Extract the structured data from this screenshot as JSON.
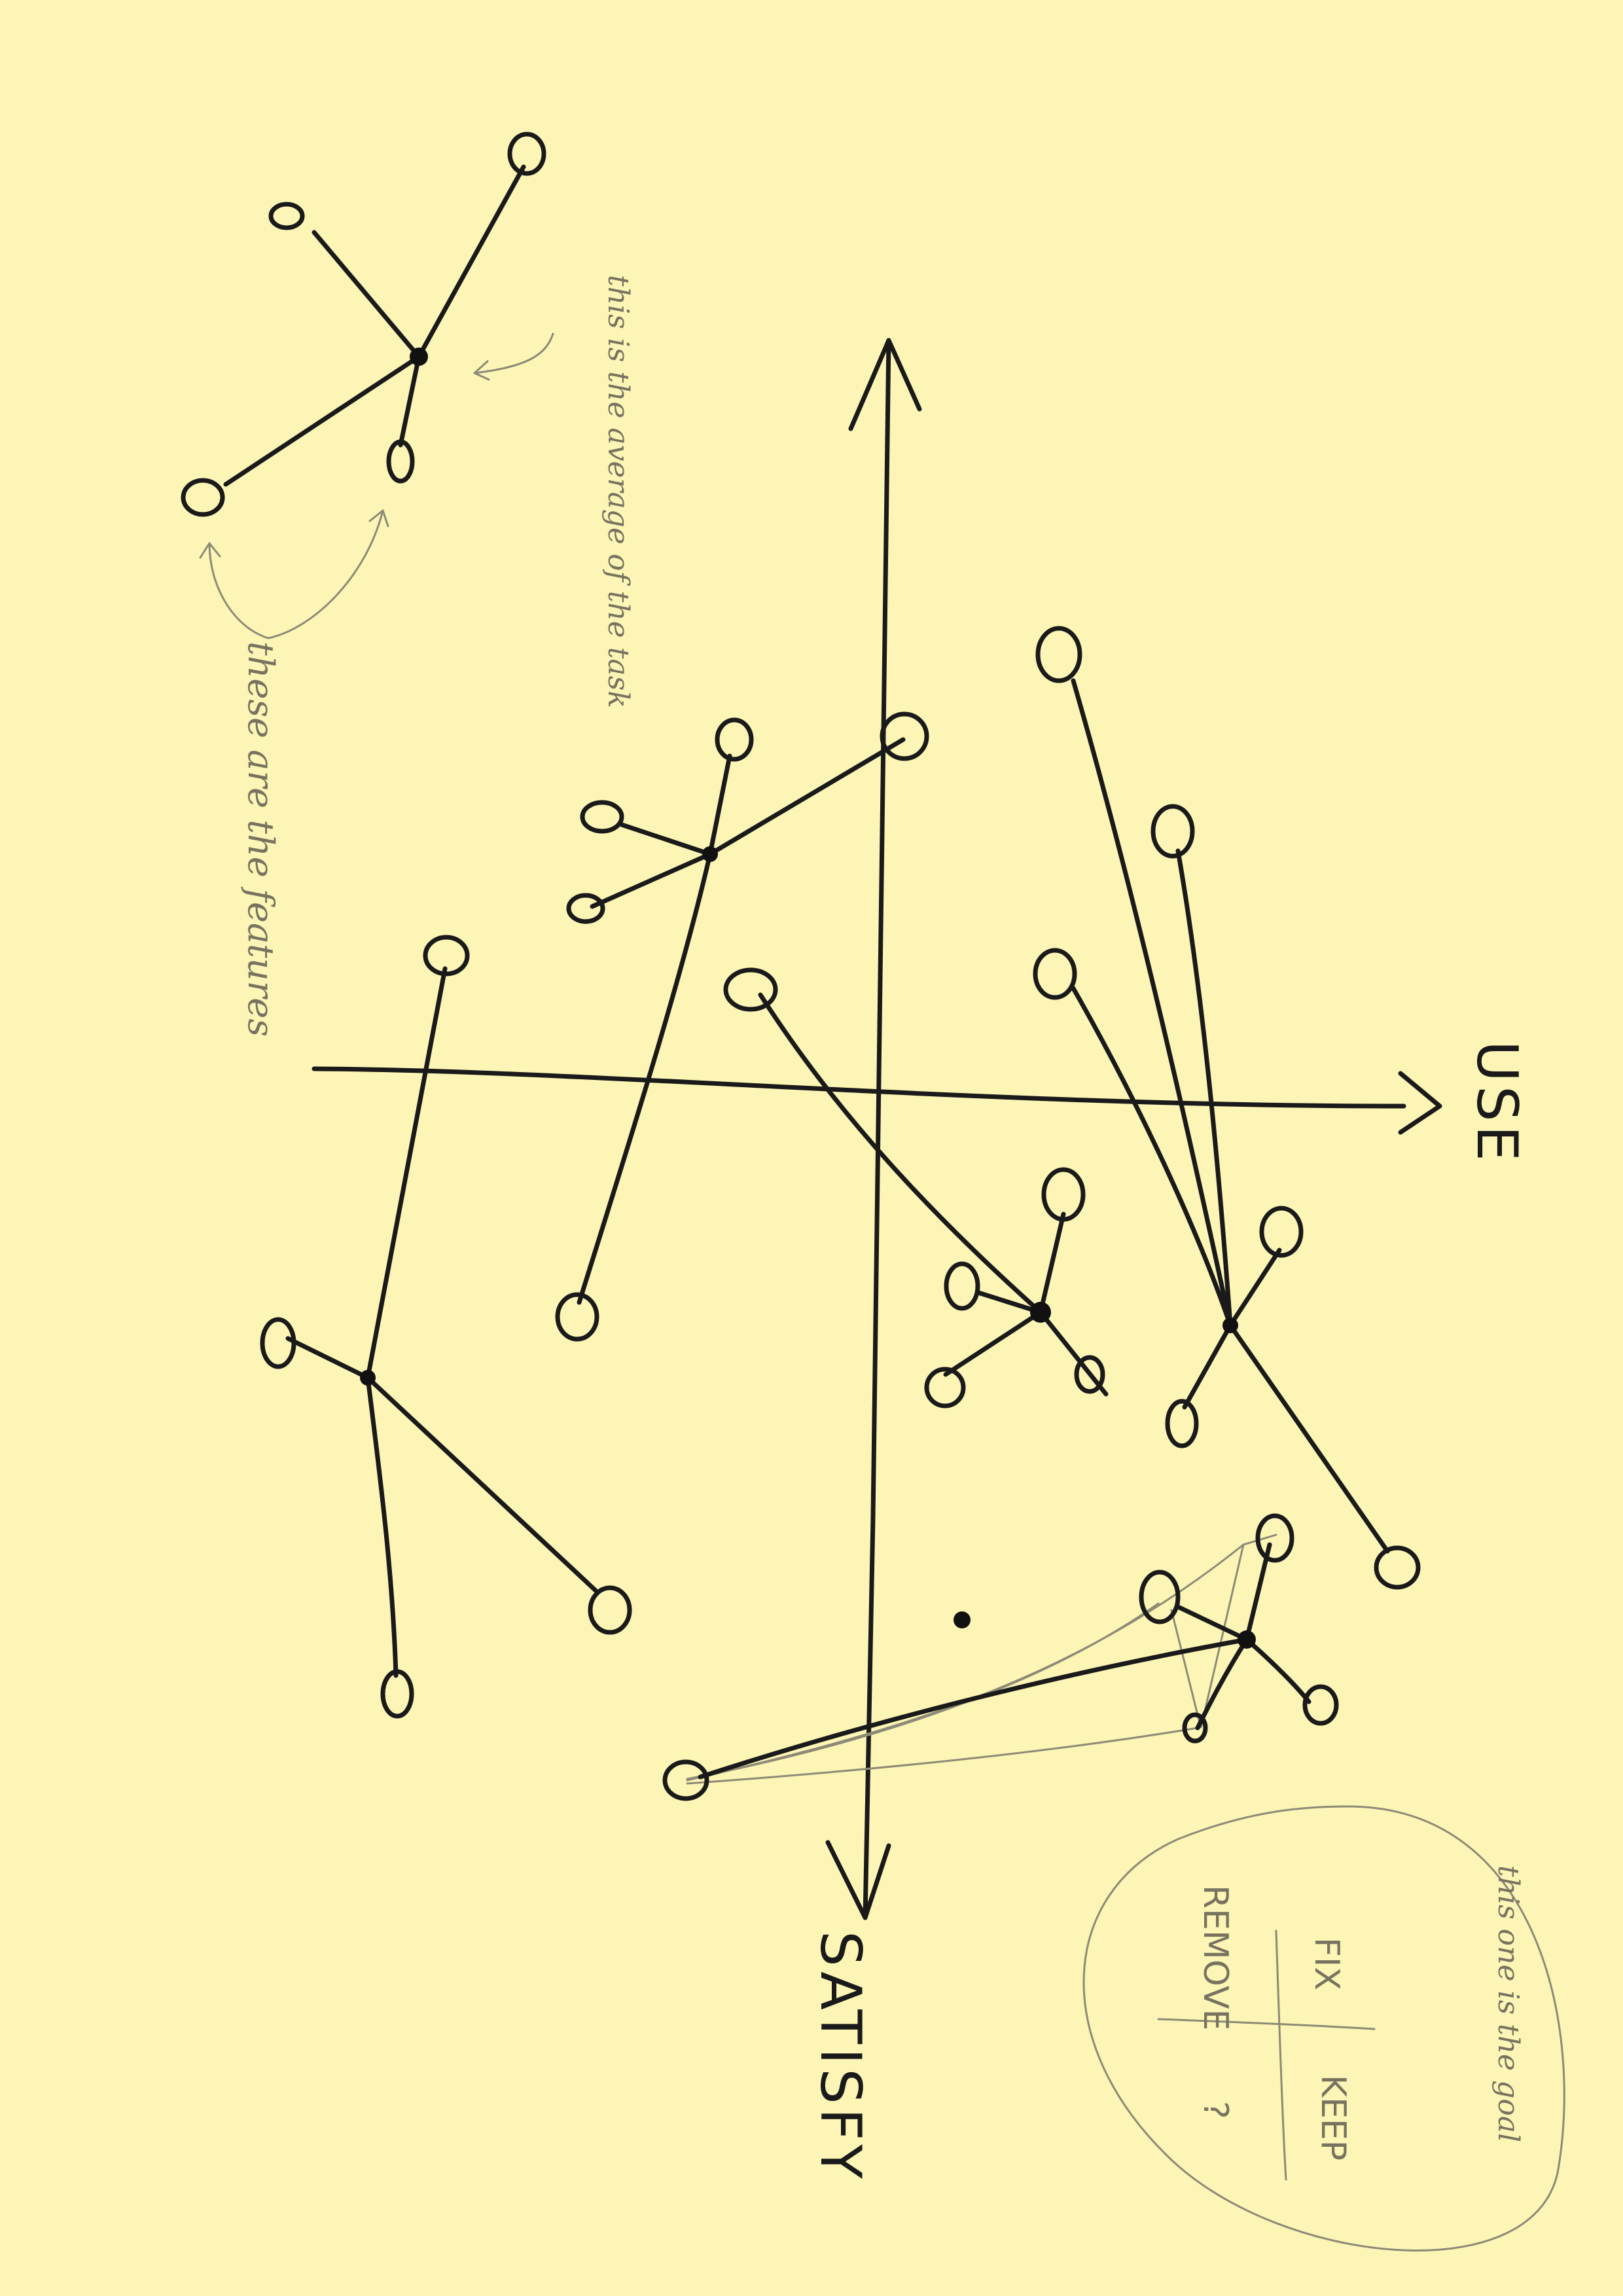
{
  "axes": {
    "horizontal_label": "USE",
    "vertical_label": "SATISFY"
  },
  "annotations": {
    "average_note": "this is the average of the task",
    "features_note": "these are the features",
    "quadrant_note": "this one is the goal"
  },
  "quadrant_grid": {
    "top_left": "FIX",
    "top_right": "KEEP",
    "bottom_left": "REMOVE",
    "bottom_right": "?"
  },
  "colors": {
    "paper": "#fcf5b6",
    "ink": "#1a1a1a",
    "pencil": "#8d8a76"
  }
}
